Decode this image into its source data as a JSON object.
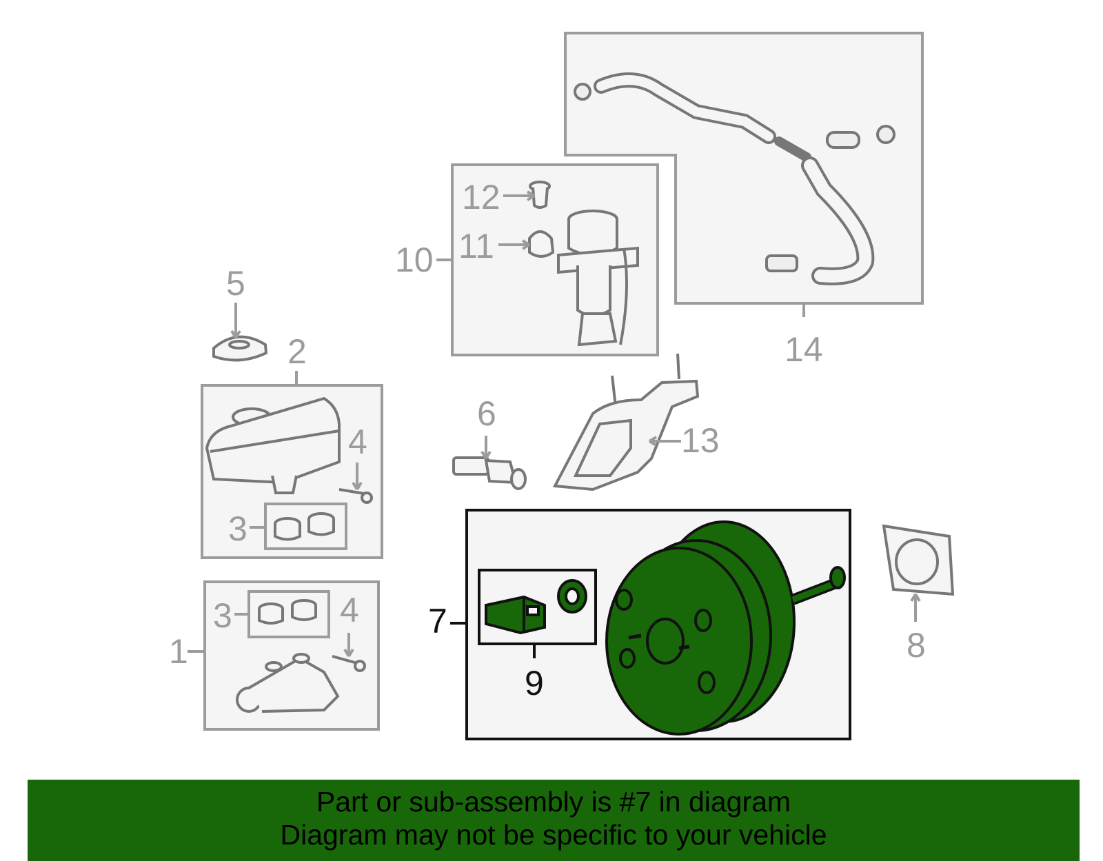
{
  "diagram": {
    "callouts": [
      "1",
      "2",
      "3",
      "3",
      "4",
      "4",
      "5",
      "6",
      "7",
      "8",
      "9",
      "10",
      "11",
      "12",
      "13",
      "14"
    ],
    "highlighted_part": "7",
    "colors": {
      "highlight_fill": "#18680a",
      "part_outline": "#9c9c9c",
      "box_background": "#f5f5f5",
      "highlight_box_border": "#111111"
    }
  },
  "footer": {
    "line1": "Part or sub-assembly is #7 in diagram",
    "line2": "Diagram may not be specific to your vehicle"
  }
}
